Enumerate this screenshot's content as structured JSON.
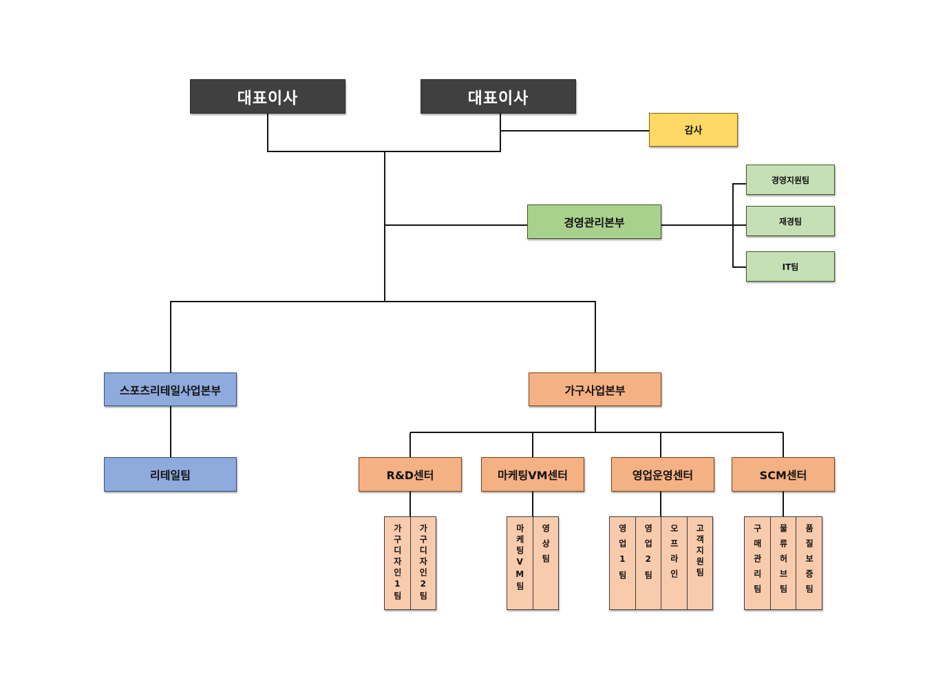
{
  "ceo": [
    "대표이사",
    "대표이사"
  ],
  "audit": "감사",
  "management": {
    "title": "경영관리본부",
    "teams": [
      "경영지원팀",
      "재경팀",
      "IT팀"
    ]
  },
  "sports_retail": {
    "title": "스포츠리테일사업본부",
    "teams": [
      "리테일팀"
    ]
  },
  "furniture": {
    "title": "가구사업본부",
    "centers": [
      {
        "name": "R&D센터",
        "teams": [
          "가구디자인1팀",
          "가구디자인2팀"
        ]
      },
      {
        "name": "마케팅VM센터",
        "teams": [
          "마케팅VM팀",
          "영상팀"
        ]
      },
      {
        "name": "영업운영센터",
        "teams": [
          "영업1팀",
          "영업2팀",
          "오프라인",
          "고객지원팀"
        ]
      },
      {
        "name": "SCM센터",
        "teams": [
          "구매관리팀",
          "물류허브팀",
          "품질보증팀"
        ]
      }
    ]
  },
  "colors": {
    "ceo": "#404040",
    "audit": "#ffd966",
    "management": "#a9d18e",
    "management_team": "#c5e0b4",
    "sports": "#8faadc",
    "furniture": "#f4b183",
    "furniture_team": "#f8cbad"
  }
}
